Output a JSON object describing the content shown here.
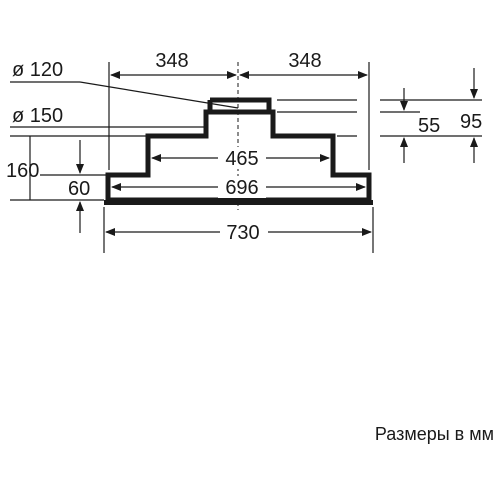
{
  "drawing": {
    "dimensions": {
      "diameter_top": "ø 120",
      "diameter_bottom": "ø 150",
      "half_width_left": "348",
      "half_width_right": "348",
      "mid_width": "465",
      "body_width": "696",
      "total_width": "730",
      "total_height": "160",
      "body_height": "60",
      "spigot_height": "55",
      "upper_height": "95"
    }
  },
  "caption": "Размеры в мм"
}
